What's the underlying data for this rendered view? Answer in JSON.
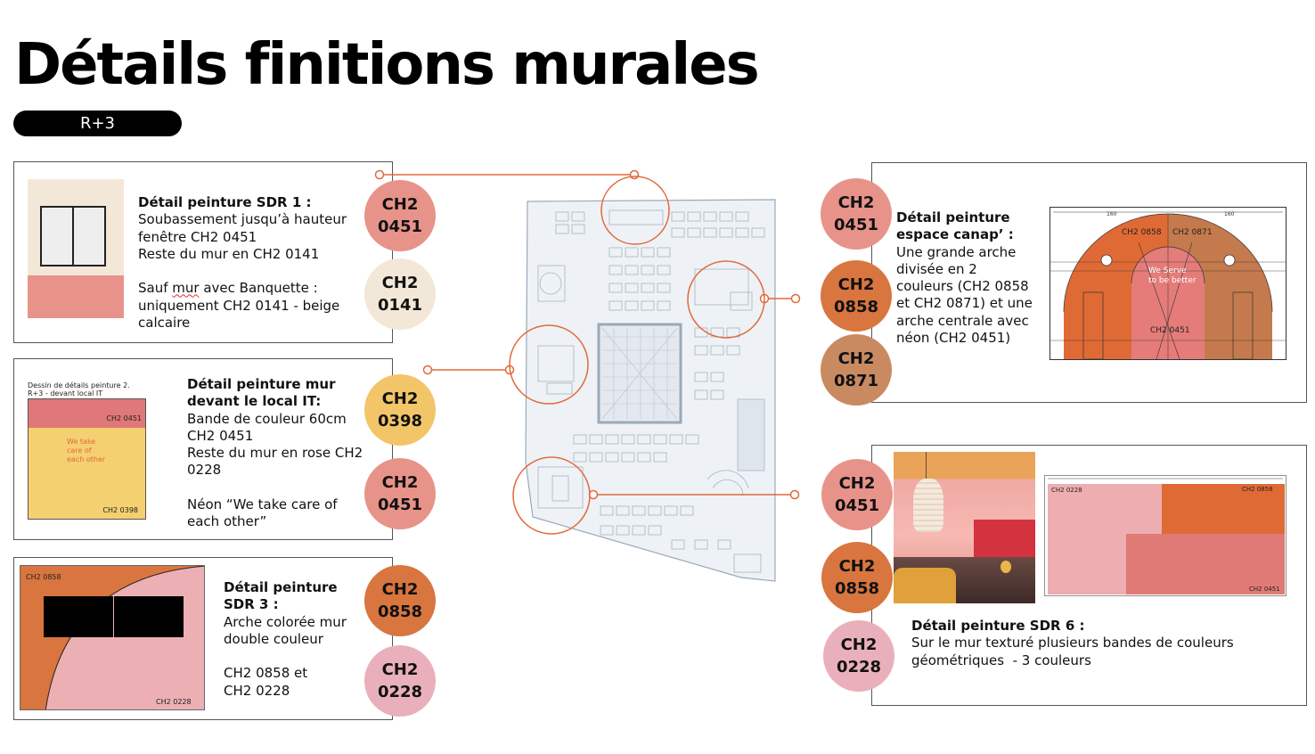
{
  "title": "Détails finitions murales",
  "floor": "R+3",
  "colors": {
    "ch2_0451": "#e8938a",
    "ch2_0141": "#f3e8d8",
    "ch2_0398": "#f2c568",
    "ch2_0858": "#d9753f",
    "ch2_0871": "#c98a62",
    "ch2_0228": "#e9b0bb",
    "leader": "#e06a3a"
  },
  "sdr1": {
    "heading": "Détail peinture SDR 1 :",
    "line1": "Soubassement jusqu’à hauteur",
    "line2": "fenêtre CH2 0451",
    "line3": "Reste du mur en CH2 0141",
    "line4a": "Sauf ",
    "line4b": "mur",
    "line4c": " avec Banquette :",
    "line5": "uniquement CH2 0141 - beige",
    "line6": "calcaire",
    "swatch1": [
      "CH2",
      "0451"
    ],
    "swatch2": [
      "CH2",
      "0141"
    ]
  },
  "it": {
    "sketch_title1": "Dessin de détails peinture 2.",
    "sketch_title2": "R+3 - devant local IT",
    "sketch_top_label": "CH2 0451",
    "sketch_neon": [
      "We take",
      "care of",
      "each other"
    ],
    "sketch_bottom_label": "CH2 0398",
    "heading1": "Détail peinture mur",
    "heading2": "devant le local IT:",
    "line1": "Bande de couleur 60cm",
    "line2": "CH2 0451",
    "line3": "Reste du mur en rose CH2",
    "line4": "0228",
    "line5": "Néon “We take care of",
    "line6": "each other”",
    "swatch1": [
      "CH2",
      "0398"
    ],
    "swatch2": [
      "CH2",
      "0451"
    ]
  },
  "sdr3": {
    "label_top": "CH2 0858",
    "label_bottom": "CH2 0228",
    "heading1": "Détail peinture",
    "heading2": "SDR 3 :",
    "line1": "Arche colorée mur",
    "line2": "double couleur",
    "line3": "CH2 0858 et",
    "line4": "CH2 0228",
    "swatch1": [
      "CH2",
      "0858"
    ],
    "swatch2": [
      "CH2",
      "0228"
    ]
  },
  "canap": {
    "heading1": "Détail peinture",
    "heading2": "espace canap’ :",
    "line1": "Une grande arche",
    "line2": "divisée en 2",
    "line3": "couleurs (CH2 0858",
    "line4": "et CH2 0871) et une",
    "line5": "arche centrale avec",
    "line6": "néon (CH2 0451)",
    "arch_label_left": "CH2 0858",
    "arch_label_right": "CH2 0871",
    "arch_label_center": "CH2 0451",
    "neon": [
      "We Serve",
      "to be better"
    ],
    "dim_top": "160",
    "swatch1": [
      "CH2",
      "0451"
    ],
    "swatch2": [
      "CH2",
      "0858"
    ],
    "swatch3": [
      "CH2",
      "0871"
    ]
  },
  "sdr6": {
    "heading": "Détail peinture SDR 6 :",
    "line1": "Sur le mur texturé plusieurs bandes de couleurs",
    "line2": "géométriques  - 3 couleurs",
    "label_a": "CH2 0228",
    "label_b": "CH2 0858",
    "label_c": "CH2 0451",
    "swatch1": [
      "CH2",
      "0451"
    ],
    "swatch2": [
      "CH2",
      "0858"
    ],
    "swatch3": [
      "CH2",
      "0228"
    ]
  }
}
